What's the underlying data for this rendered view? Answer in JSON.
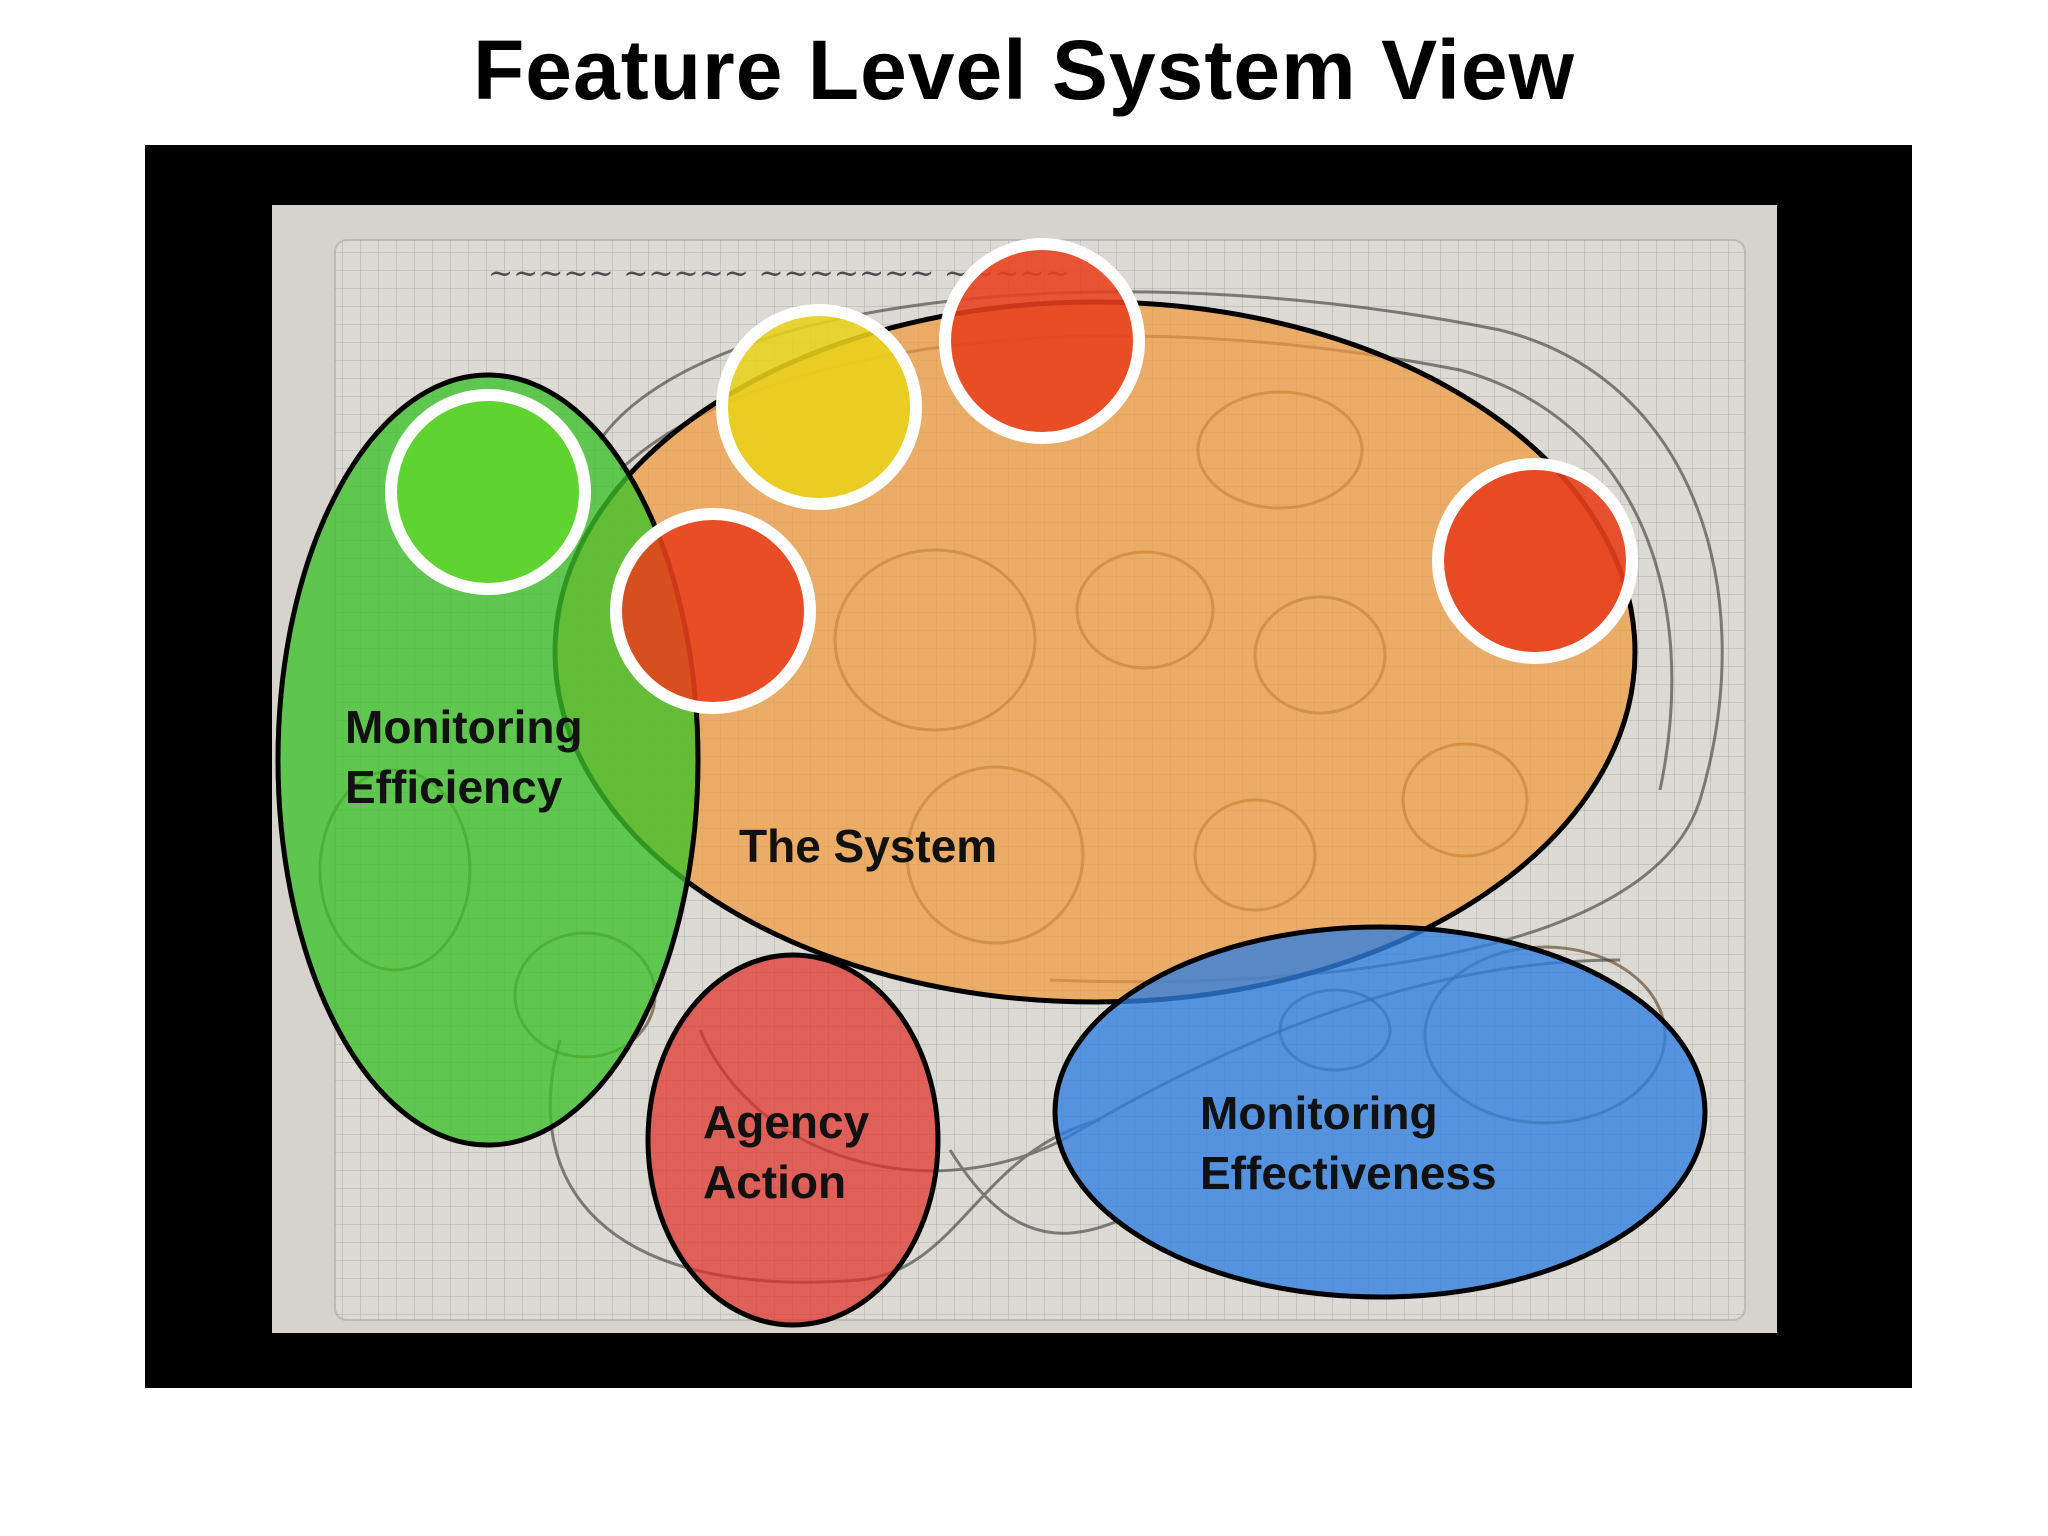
{
  "title": "Feature Level System View",
  "regions": {
    "monitoring_efficiency": {
      "label": "Monitoring\nEfficiency",
      "color": "#3cc22a"
    },
    "the_system": {
      "label": "The System",
      "color": "#f09a3c"
    },
    "agency_action": {
      "label": "Agency\nAction",
      "color": "#e0302a"
    },
    "monitoring_effectiveness": {
      "label": "Monitoring\nEffectiveness",
      "color": "#2f7fe0"
    }
  },
  "highlight_circles": {
    "red_color": "#e8401c",
    "yellow_color": "#e8d21a",
    "green_color": "#5fd62a",
    "ring_color": "#ffffff"
  },
  "sketch": {
    "background_paper_color": "#d6d3cc",
    "grid_color": "#8e8c88",
    "ink_color": "#2a2a2a"
  }
}
